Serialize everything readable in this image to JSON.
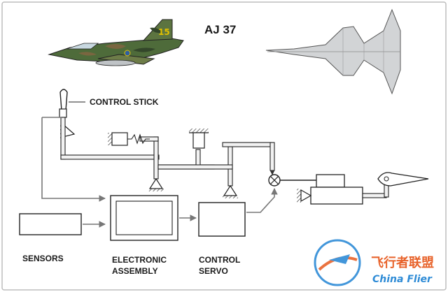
{
  "title": "AJ 37",
  "aircraft": {
    "tail_number": "15",
    "side_view_icon": "aircraft-side-view-camouflage",
    "top_view_icon": "aircraft-planform-top-view"
  },
  "labels": {
    "control_stick": "CONTROL STICK",
    "sensors": "SENSORS",
    "electronic_line1": "ELECTRONIC",
    "electronic_line2": "ASSEMBLY",
    "servo_line1": "CONTROL",
    "servo_line2": "SERVO"
  },
  "watermark": {
    "chinese": "飞行者联盟",
    "english": "China Flier"
  },
  "colors": {
    "frame_border": "#bdbdbd",
    "line": "#222222",
    "linkage_fill": "#f2f2f2",
    "signal_arrow": "#777777",
    "camo_green": "#4e6b3a",
    "camo_brown": "#7a6640",
    "tail_number": "#e2c100",
    "planform_fill": "#d2d4d6",
    "watermark_orange": "#e8632b",
    "watermark_blue": "#2e8bd6"
  }
}
